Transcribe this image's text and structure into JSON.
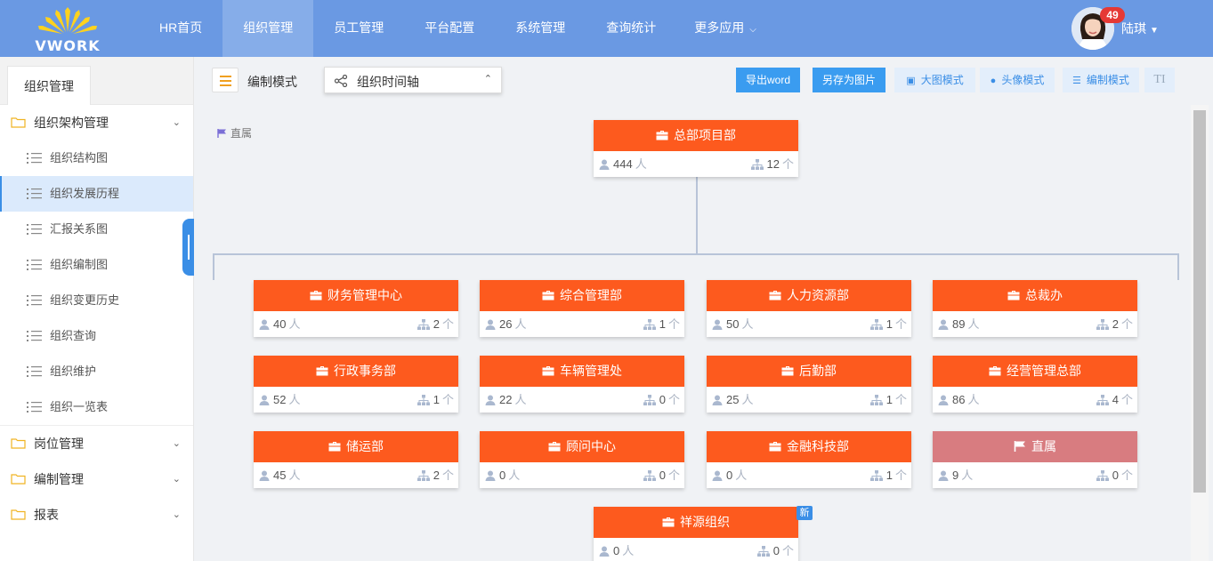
{
  "brand": {
    "logo_text": "VWORK",
    "accent": "#6a99e3"
  },
  "nav": {
    "items": [
      {
        "label": "HR首页"
      },
      {
        "label": "组织管理",
        "active": true
      },
      {
        "label": "员工管理"
      },
      {
        "label": "平台配置"
      },
      {
        "label": "系统管理"
      },
      {
        "label": "查询统计"
      },
      {
        "label": "更多应用",
        "dropdown": true
      }
    ]
  },
  "user": {
    "badge": "49",
    "name": "陆琪"
  },
  "sidebar": {
    "tab": "组织管理",
    "groups": [
      {
        "label": "组织架构管理",
        "expanded": true,
        "items": [
          {
            "label": "组织结构图"
          },
          {
            "label": "组织发展历程",
            "active": true
          },
          {
            "label": "汇报关系图"
          },
          {
            "label": "组织编制图"
          },
          {
            "label": "组织变更历史"
          },
          {
            "label": "组织查询"
          },
          {
            "label": "组织维护"
          },
          {
            "label": "组织一览表"
          }
        ]
      },
      {
        "label": "岗位管理",
        "expanded": false
      },
      {
        "label": "编制管理",
        "expanded": false
      },
      {
        "label": "报表",
        "expanded": false
      }
    ]
  },
  "toolbar": {
    "mode_label": "编制模式",
    "select_value": "组织时间轴",
    "export_word": "导出word",
    "save_image": "另存为图片",
    "big_mode": "大图模式",
    "avatar_mode": "头像模式",
    "edit_mode": "编制模式",
    "text_toggle": "TI"
  },
  "chart": {
    "legend_direct": "直属",
    "root": {
      "name": "总部项目部",
      "people": "444",
      "subs": "12"
    },
    "people_unit": "人",
    "subs_unit": "个",
    "children": [
      {
        "name": "财务管理中心",
        "people": "40",
        "subs": "2"
      },
      {
        "name": "综合管理部",
        "people": "26",
        "subs": "1"
      },
      {
        "name": "人力资源部",
        "people": "50",
        "subs": "1"
      },
      {
        "name": "总裁办",
        "people": "89",
        "subs": "2"
      },
      {
        "name": "行政事务部",
        "people": "52",
        "subs": "1"
      },
      {
        "name": "车辆管理处",
        "people": "22",
        "subs": "0"
      },
      {
        "name": "后勤部",
        "people": "25",
        "subs": "1"
      },
      {
        "name": "经营管理总部",
        "people": "86",
        "subs": "4"
      },
      {
        "name": "储运部",
        "people": "45",
        "subs": "2"
      },
      {
        "name": "顾问中心",
        "people": "0",
        "subs": "0"
      },
      {
        "name": "金融科技部",
        "people": "0",
        "subs": "1"
      },
      {
        "name": "直属",
        "people": "9",
        "subs": "0",
        "direct": true
      },
      {
        "name": "祥源组织",
        "people": "0",
        "subs": "0",
        "tag": "新"
      }
    ],
    "header_color": "#fd5a1e",
    "direct_color": "#d87c80"
  }
}
